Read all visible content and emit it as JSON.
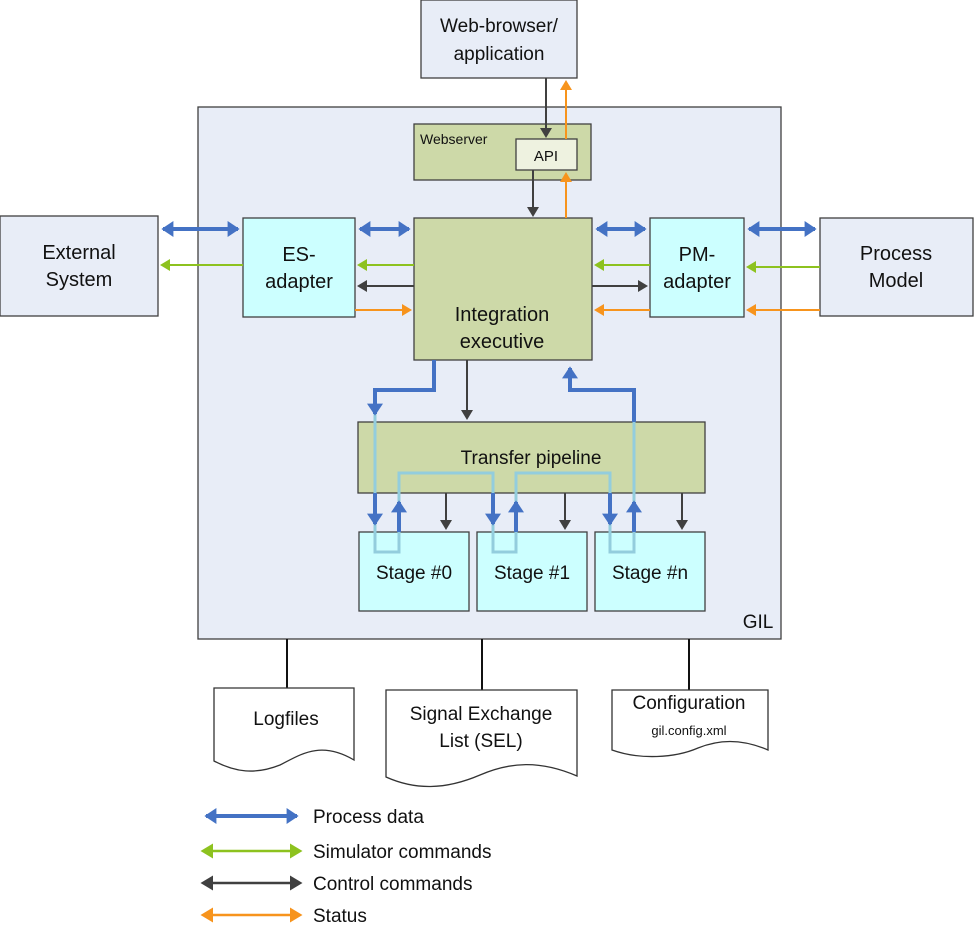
{
  "colors": {
    "process": "#4472c4",
    "simulator": "#8dc21f",
    "control": "#404040",
    "status": "#f79646",
    "stream": "#93cddd",
    "outer": "#e8edf7",
    "adapter": "#ccffff",
    "core": "#cdd9a8"
  },
  "nodes": {
    "browser": [
      "Web-browser/",
      "application"
    ],
    "gil": "GIL",
    "webserver": "Webserver",
    "api": "API",
    "external": [
      "External",
      "System"
    ],
    "es_adapter": [
      "ES-",
      "adapter"
    ],
    "integration": [
      "Integration",
      "executive"
    ],
    "pm_adapter": [
      "PM-",
      "adapter"
    ],
    "process_model": [
      "Process",
      "Model"
    ],
    "pipeline": "Transfer pipeline",
    "stages": [
      "Stage #0",
      "Stage #1",
      "Stage #n"
    ]
  },
  "documents": {
    "logfiles": "Logfiles",
    "sel": [
      "Signal Exchange",
      "List (SEL)"
    ],
    "config": "Configuration",
    "config_file": "gil.config.xml"
  },
  "legend": [
    "Process data",
    "Simulator commands",
    "Control commands",
    "Status"
  ]
}
